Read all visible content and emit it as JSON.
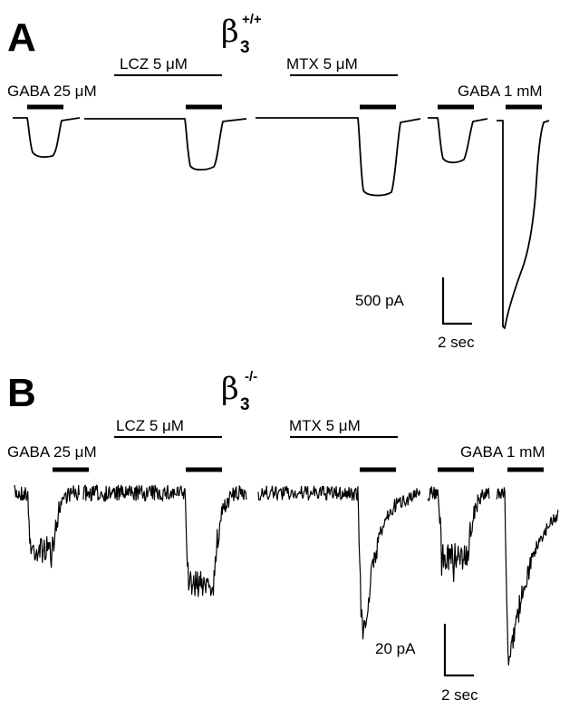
{
  "panels": [
    {
      "id": "A",
      "genotype_symbol": "β",
      "genotype_sub": "3",
      "genotype_sup": "+/+",
      "labels": {
        "gaba_low": "GABA 25 μM",
        "lcz": "LCZ 5 μM",
        "mtx": "MTX 5 μM",
        "gaba_high": "GABA 1 mM"
      },
      "scale": {
        "amplitude": "500 pA",
        "time": "2 sec"
      }
    },
    {
      "id": "B",
      "genotype_symbol": "β",
      "genotype_sub": "3",
      "genotype_sup": "-/-",
      "labels": {
        "gaba_low": "GABA 25 μM",
        "lcz": "LCZ 5 μM",
        "mtx": "MTX 5 μM",
        "gaba_high": "GABA 1 mM"
      },
      "scale": {
        "amplitude": "20 pA",
        "time": "2 sec"
      }
    }
  ]
}
